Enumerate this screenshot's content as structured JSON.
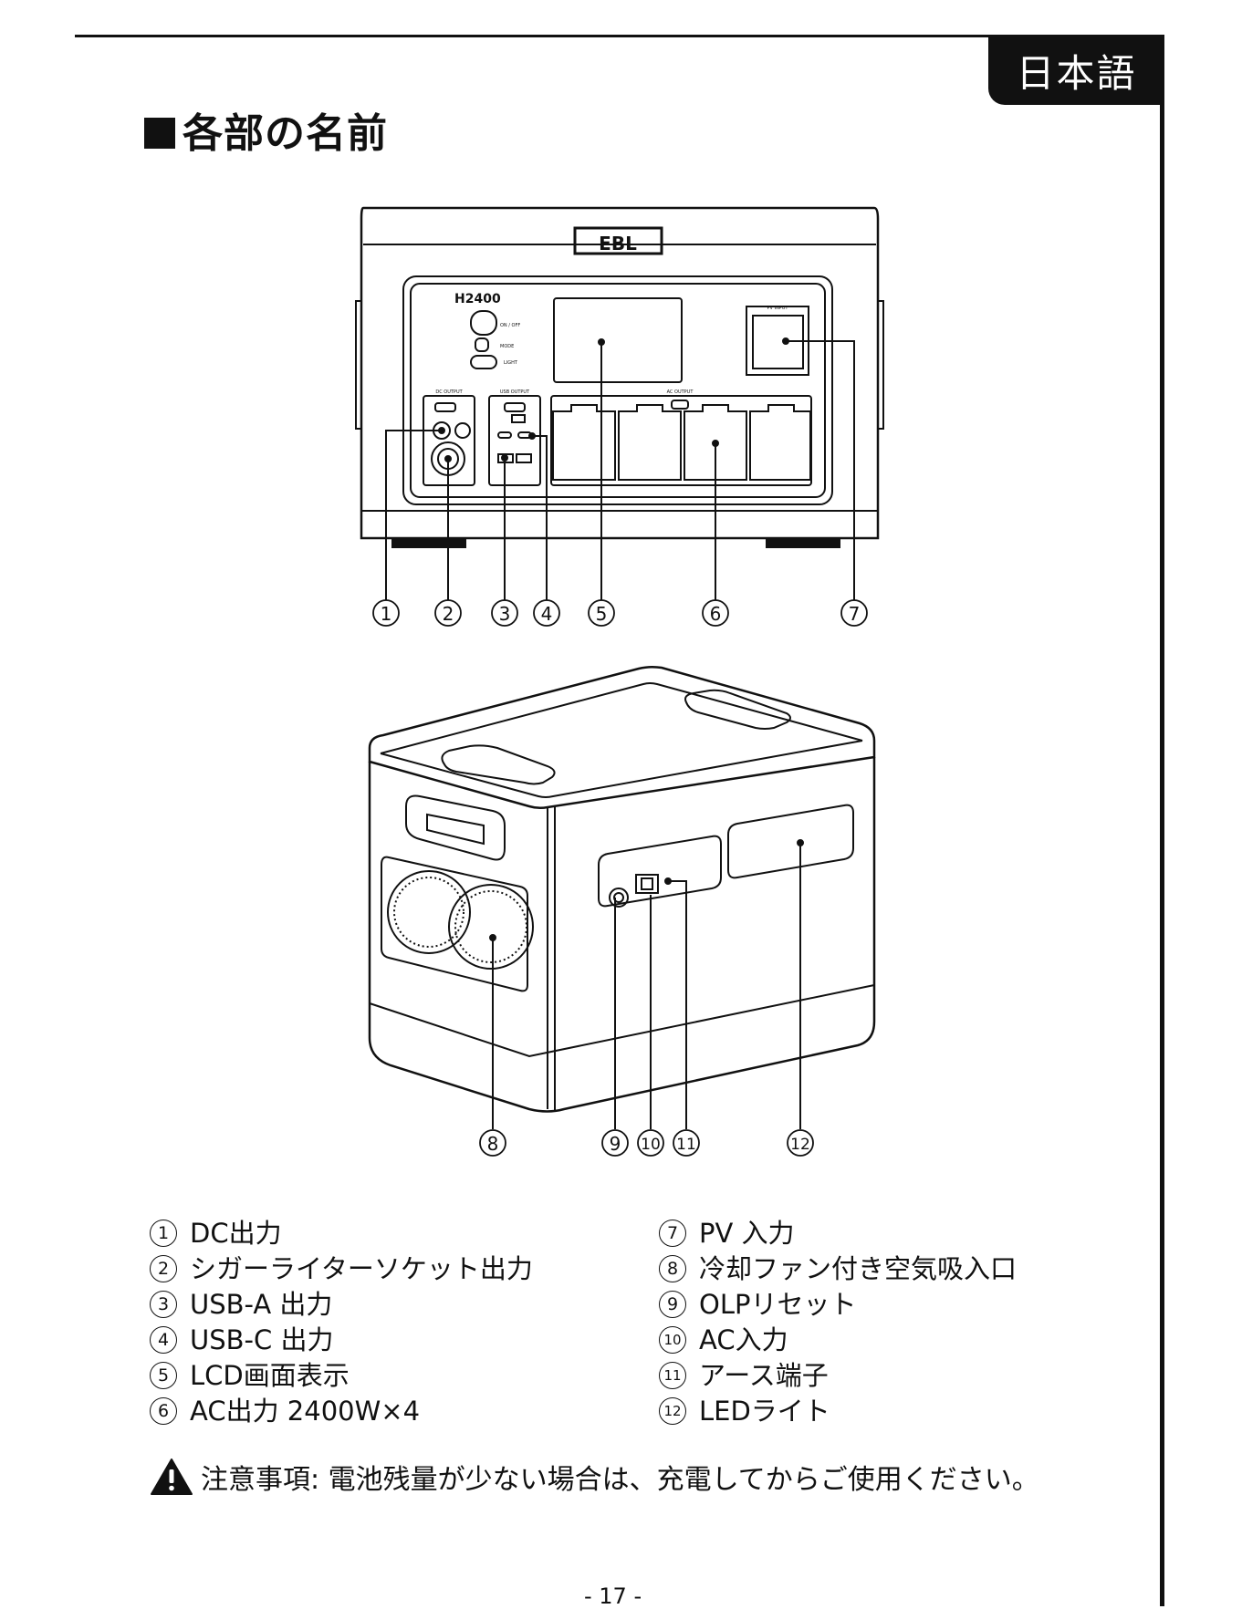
{
  "language_tab": "日本語",
  "section_title": "各部の名前",
  "device": {
    "brand": "EBL",
    "model": "H2400",
    "controls": [
      "ON / OFF",
      "MODE",
      "LIGHT"
    ],
    "panel_labels": {
      "dc_output": "DC OUTPUT",
      "usb_output": "USB OUTPUT",
      "ac_output": "AC OUTPUT",
      "pv_input": "PV INPUT"
    }
  },
  "callouts_front": [
    "1",
    "2",
    "3",
    "4",
    "5",
    "6",
    "7"
  ],
  "callouts_back": [
    "8",
    "9",
    "10",
    "11",
    "12"
  ],
  "legend_left": [
    {
      "num": "1",
      "text": "DC出力"
    },
    {
      "num": "2",
      "text": "シガーライターソケット出力"
    },
    {
      "num": "3",
      "text": "USB-A 出力"
    },
    {
      "num": "4",
      "text": "USB-C 出力"
    },
    {
      "num": "5",
      "text": "LCD画面表示"
    },
    {
      "num": "6",
      "text": "AC出力 2400W×4"
    }
  ],
  "legend_right": [
    {
      "num": "7",
      "text": "PV 入力"
    },
    {
      "num": "8",
      "text": "冷却ファン付き空気吸入口"
    },
    {
      "num": "9",
      "text": "OLPリセット"
    },
    {
      "num": "10",
      "text": "AC入力"
    },
    {
      "num": "11",
      "text": "アース端子"
    },
    {
      "num": "12",
      "text": "LEDライト"
    }
  ],
  "caution_text": "注意事項: 電池残量が少ない場合は、充電してからご使用ください。",
  "page_number": "- 17 -"
}
